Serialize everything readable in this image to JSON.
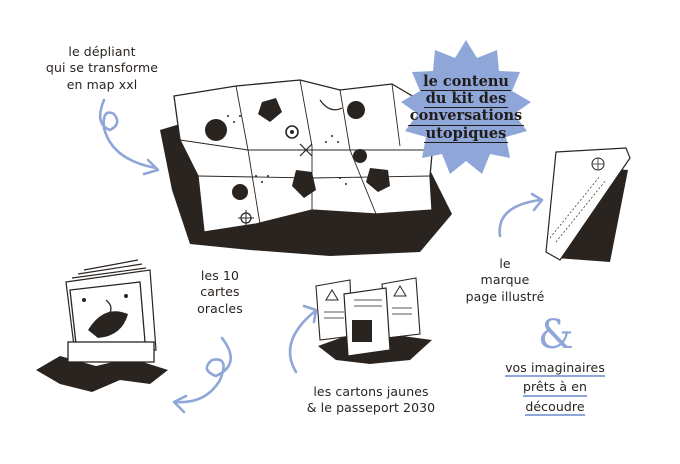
{
  "colors": {
    "accent": "#8fa6d8",
    "ink": "#2a2420",
    "paper": "#ffffff"
  },
  "badge": {
    "lines": [
      "le contenu",
      "du kit des",
      "conversations",
      "utopiques"
    ]
  },
  "labels": {
    "depliant": [
      "le dépliant",
      "qui se transforme",
      "en map xxl"
    ],
    "cartes": [
      "les 10",
      "cartes",
      "oracles"
    ],
    "cartons": [
      "les cartons jaunes",
      "& le passeport 2030"
    ],
    "marque": [
      "le",
      "marque",
      "page illustré"
    ],
    "ampersand": "&",
    "vos": [
      "vos imaginaires",
      "prêts à en",
      "découdre"
    ]
  },
  "icons": [
    "map-illustration",
    "bookmark-illustration",
    "card-deck-illustration",
    "cards-passport-illustration",
    "swirl-arrow-icon"
  ]
}
